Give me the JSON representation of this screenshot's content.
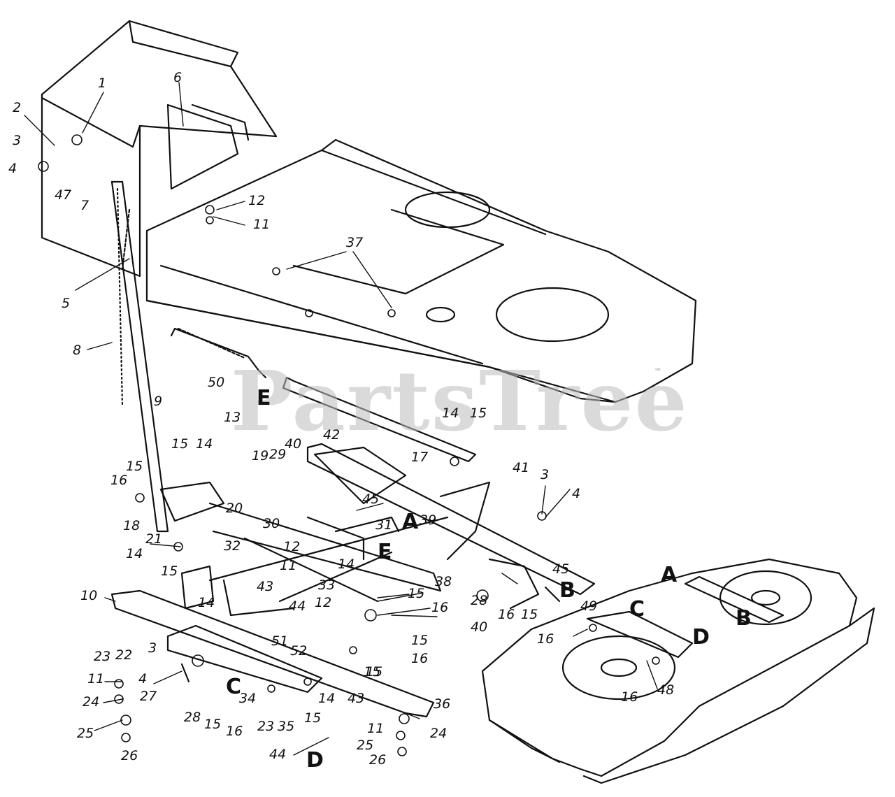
{
  "watermark": "PartsTree",
  "trademark": "™",
  "callouts": {
    "n1": "1",
    "n2": "2",
    "n3a": "3",
    "n4a": "4",
    "n47": "47",
    "n6": "6",
    "n7": "7",
    "n12a": "12",
    "n11a": "11",
    "n5": "5",
    "n37": "37",
    "n8": "8",
    "n50": "50",
    "n9": "9",
    "n13": "13",
    "n42": "42",
    "n14a": "14",
    "n15a": "15",
    "n15b": "15",
    "n14b": "14",
    "n19": "19",
    "n29": "29",
    "n40a": "40",
    "n17": "17",
    "n41": "41",
    "n3b": "3",
    "n4b": "4",
    "n15c": "15",
    "n16a": "16",
    "n20": "20",
    "n45a": "45",
    "n18": "18",
    "n30": "30",
    "n31": "31",
    "n39": "39",
    "n21": "21",
    "n12b": "12",
    "n11b": "11",
    "n14c": "14",
    "n32": "32",
    "n45b": "45",
    "n14d": "14",
    "n38": "38",
    "n43a": "43",
    "n33": "33",
    "n15d": "15",
    "n28a": "28",
    "n40b": "40",
    "n10": "10",
    "n15e": "15",
    "n44a": "44",
    "n12c": "12",
    "n16b": "16",
    "n16c": "16",
    "n15f": "15",
    "n49": "49",
    "n14e": "14",
    "n23a": "23",
    "n22": "22",
    "n3c": "3",
    "n51": "51",
    "n52": "52",
    "n15g": "15",
    "n16d": "16",
    "n4c": "4",
    "n11c": "11",
    "n24a": "24",
    "n27": "27",
    "n34": "34",
    "n15h": "15",
    "n16e": "16",
    "n48": "48",
    "n28b": "28",
    "n15i": "15",
    "n16f": "16",
    "n23b": "23",
    "n35": "35",
    "n15j": "15",
    "n14f": "14",
    "n43b": "43",
    "n36": "36",
    "n25a": "25",
    "n26a": "26",
    "n44b": "44",
    "n11d": "11",
    "n24b": "24",
    "n25b": "25",
    "n26b": "26",
    "n16g": "16",
    "n15k": "15"
  },
  "letters": {
    "E1": "E",
    "A1": "A",
    "E2": "E",
    "B1": "B",
    "A2": "A",
    "C1": "C",
    "D1": "D",
    "B2": "B",
    "C2": "C",
    "D2": "D"
  }
}
